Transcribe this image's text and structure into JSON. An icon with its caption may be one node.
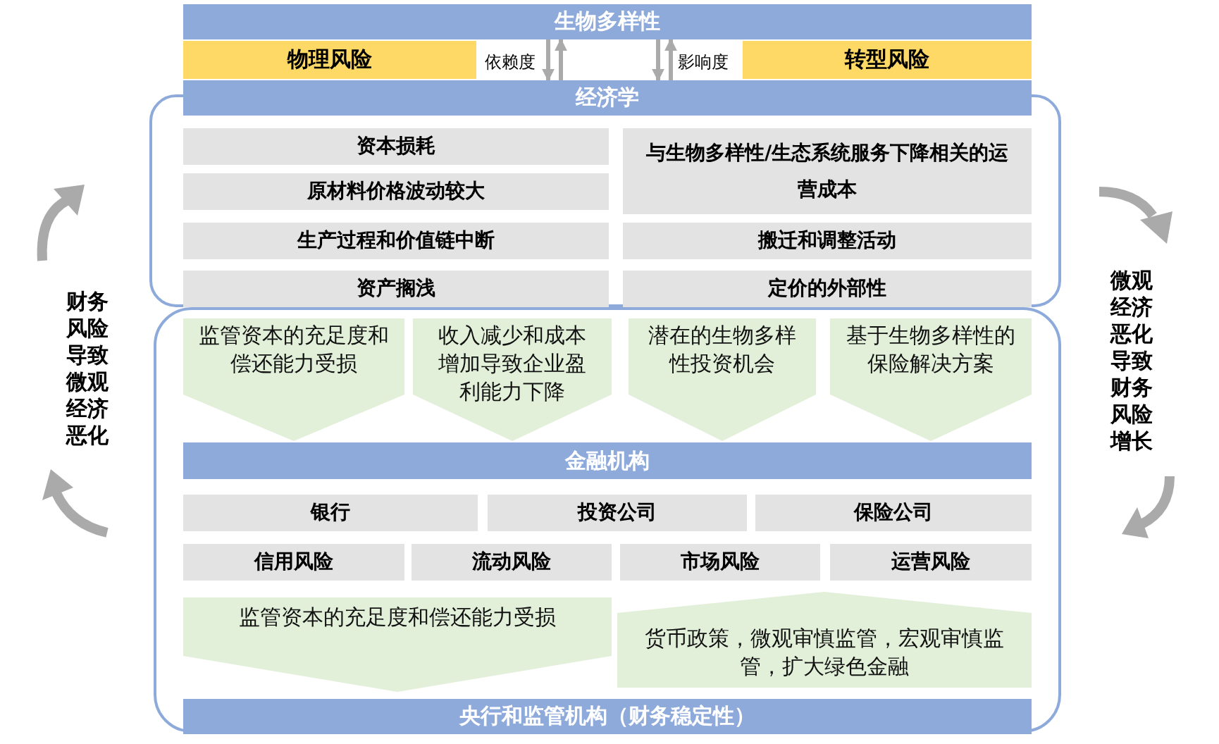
{
  "diagram": {
    "nodes": [
      {
        "text": [
          "生物多样性"
        ]
      },
      {
        "text": [
          "物理风险"
        ]
      },
      {
        "text": [
          "转型风险"
        ]
      },
      {
        "text": [
          "经济学"
        ]
      },
      {
        "text": [
          "资本损耗"
        ]
      },
      {
        "text": [
          "与生物多样性/生态系统服务下降相关的运营成本"
        ]
      },
      {
        "text": [
          "原材料价格波动较大"
        ]
      },
      {
        "text": [
          "生产过程和价值链中断"
        ]
      },
      {
        "text": [
          "搬迁和调整活动"
        ]
      },
      {
        "text": [
          "资产搁浅"
        ]
      },
      {
        "text": [
          "定价的外部性"
        ]
      },
      {
        "text": [
          "监管资本的充足度和偿还能力受损"
        ]
      },
      {
        "text": [
          "收入减少和成本增加导致企业盈利能力下降"
        ]
      },
      {
        "text": [
          "潜在的生物多样性投资机会"
        ]
      },
      {
        "text": [
          "基于生物多样性的保险解决方案"
        ]
      },
      {
        "text": [
          "金融机构"
        ]
      },
      {
        "text": [
          "银行"
        ]
      },
      {
        "text": [
          "投资公司"
        ]
      },
      {
        "text": [
          "保险公司"
        ]
      },
      {
        "text": [
          "信用风险"
        ]
      },
      {
        "text": [
          "流动风险"
        ]
      },
      {
        "text": [
          "市场风险"
        ]
      },
      {
        "text": [
          "运营风险"
        ]
      },
      {
        "text": [
          "监管资本的充足度和偿还能力受损"
        ]
      },
      {
        "text": [
          "货币政策，微观审慎监管，宏观审慎监管，扩大绿色金融"
        ]
      },
      {
        "text": [
          "央行和监管机构（财务稳定性）"
        ]
      }
    ],
    "edges": [
      {
        "from": 0,
        "to": 3,
        "arrow": "to"
      },
      {
        "from": 3,
        "to": 0,
        "arrow": "to"
      },
      {
        "from": 0,
        "to": 3,
        "arrow": "to"
      },
      {
        "from": 3,
        "to": 0,
        "arrow": "to"
      }
    ],
    "labels": [
      "依赖度",
      "影响度",
      "财务风险导致微观经济恶化",
      "微观经济恶化导致财务风险增长"
    ]
  }
}
